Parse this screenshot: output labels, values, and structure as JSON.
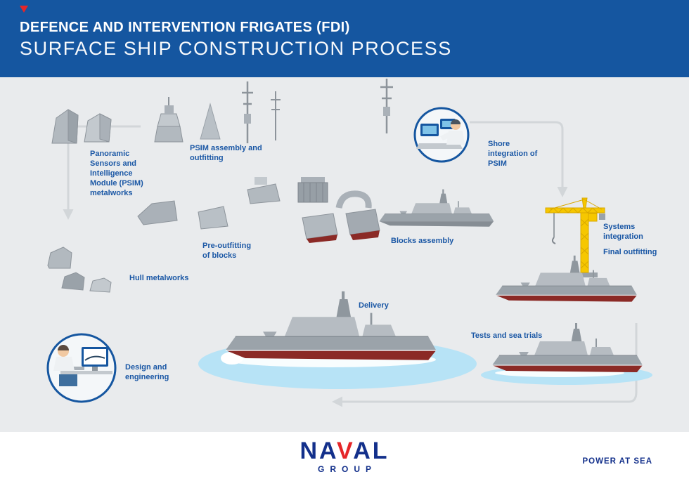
{
  "header": {
    "title_line1": "DEFENCE AND INTERVENTION FRIGATES (FDI)",
    "title_line2": "SURFACE SHIP CONSTRUCTION PROCESS"
  },
  "stages": {
    "psim_metalworks": "Panoramic Sensors and Intelligence Module (PSIM) metalworks",
    "psim_assembly": "PSIM assembly and outfitting",
    "shore_integration": "Shore integration of PSIM",
    "blocks_assembly": "Blocks assembly",
    "pre_outfitting": "Pre-outfitting of blocks",
    "hull_metalworks": "Hull metalworks",
    "systems_integration": "Systems integration",
    "final_outfitting": "Final outfitting",
    "delivery": "Delivery",
    "tests_sea_trials": "Tests and sea trials",
    "design_engineering": "Design and engineering"
  },
  "footer": {
    "logo_part1": "NA",
    "logo_part2": "V",
    "logo_part3": "AL",
    "logo_line2": "GROUP",
    "tagline": "POWER AT SEA"
  },
  "colors": {
    "header_blue": "#1556a0",
    "label_blue": "#1a57a5",
    "accent_red": "#e52629",
    "crane_yellow": "#f6c700",
    "hull_red": "#8b2a26",
    "water_blue": "#b7e3f6",
    "background_gray": "#e9ebed",
    "logo_blue": "#13308b"
  }
}
